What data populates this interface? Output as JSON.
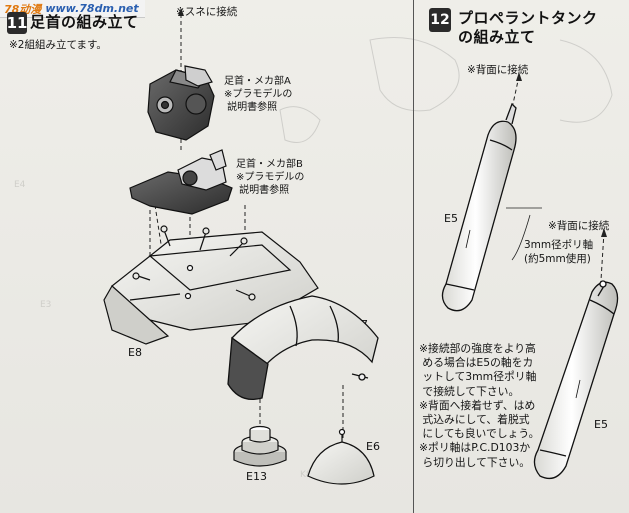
{
  "watermark": {
    "logo": "78动漫",
    "url": "www.78dm.net"
  },
  "step11": {
    "number": "11",
    "title": "足首の組み立て",
    "note_top": "※スネに接続",
    "note_count": "※2組組み立てます。",
    "part_a": "足首・メカ部A\n※プラモデルの\n 説明書参照",
    "part_b": "足首・メカ部B\n※プラモデルの\n 説明書参照",
    "ids": {
      "e7": "E7",
      "e8": "E8",
      "e6": "E6",
      "e13": "E13"
    }
  },
  "step12": {
    "number": "12",
    "title": "プロペラントタンク\nの組み立て",
    "note_back1": "※背面に接続",
    "note_back2": "※背面に接続",
    "poly": "3mm径ポリ軸\n(約5mm使用)",
    "ids": {
      "e5a": "E5",
      "e5b": "E5"
    },
    "instructions": "※接続部の強度をより高\n める場合はE5の軸をカ\n ットして3mm径ポリ軸\n で接続して下さい。\n※背面へ接着せず、はめ\n 式込みにして、着脱式\n にしても良いでしょう。\n※ポリ軸はP.C.D103か\n ら切り出して下さい。"
  }
}
